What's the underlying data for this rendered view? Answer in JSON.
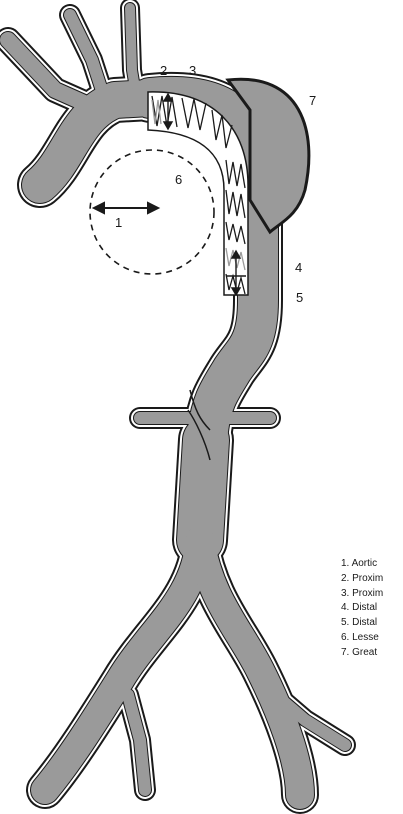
{
  "diagram": {
    "callouts": [
      "1",
      "2",
      "3",
      "4",
      "5",
      "6",
      "7"
    ],
    "legend": [
      "1. Aortic",
      "2. Proxim",
      "3. Proxim",
      "4. Distal",
      "5. Distal",
      "6. Lesse",
      "7. Great"
    ],
    "colors": {
      "vessel_fill": "#9a9a9a",
      "vessel_outline": "#1a1a1a",
      "stent_struts": "#1a1a1a",
      "stent_struts_light": "#9c9c9c",
      "background": "#ffffff"
    }
  }
}
